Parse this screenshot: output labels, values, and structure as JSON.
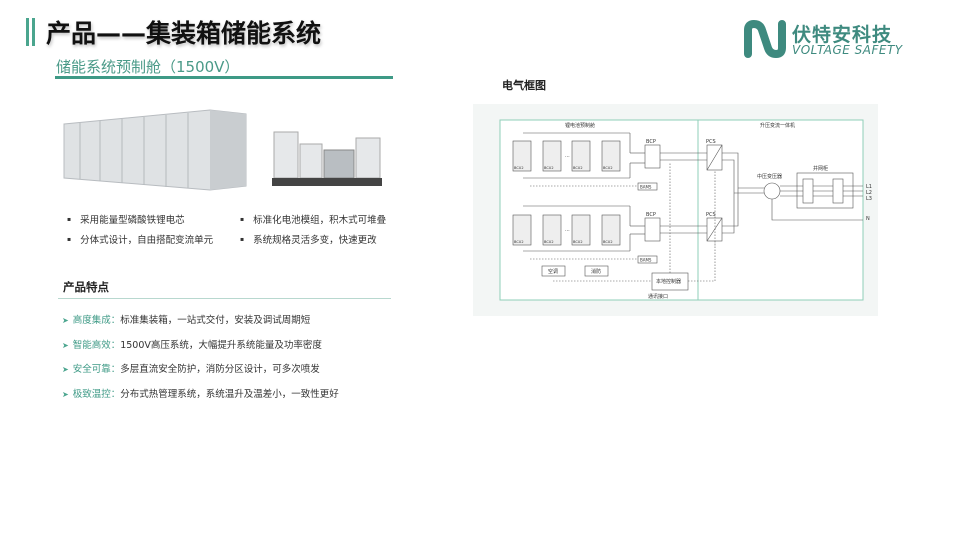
{
  "header": {
    "title": "产品——集装箱储能系统",
    "subtitle": "储能系统预制舱（1500V）"
  },
  "logo": {
    "cn": "伏特安科技",
    "en": "VOLTAGE SAFETY"
  },
  "bullets": [
    "采用能量型磷酸铁锂电芯",
    "标准化电池模组，积木式可堆叠",
    "分体式设计，自由搭配变流单元",
    "系统规格灵活多变，快速更改"
  ],
  "features": {
    "title": "产品特点",
    "items": [
      {
        "key": "高度集成：",
        "text": "标准集装箱，一站式交付，安装及调试周期短"
      },
      {
        "key": "智能高效：",
        "text": "1500V高压系统，大幅提升系统能量及功率密度"
      },
      {
        "key": "安全可靠：",
        "text": "多层直流安全防护，消防分区设计，可多次喷发"
      },
      {
        "key": "极致温控：",
        "text": "分布式热管理系统，系统温升及温差小，一致性更好"
      }
    ]
  },
  "diagram": {
    "title": "电气框图",
    "left_label": "锂电池预制舱",
    "right_label": "升压变流一体机",
    "bcp": "BCP",
    "pcs": "PCS",
    "bams": "BAMS",
    "bcu": "BCU2",
    "transformer": "中压变压器",
    "grid_cabinet": "并网柜",
    "l1": "L1",
    "l2": "L2",
    "l3": "L3",
    "n": "N",
    "ac": "空调",
    "fire": "消防",
    "controller": "本地控制器",
    "comm": "通讯接口",
    "dots": "···"
  },
  "colors": {
    "accent": "#4aa58e",
    "frame": "#8fcfb8"
  }
}
